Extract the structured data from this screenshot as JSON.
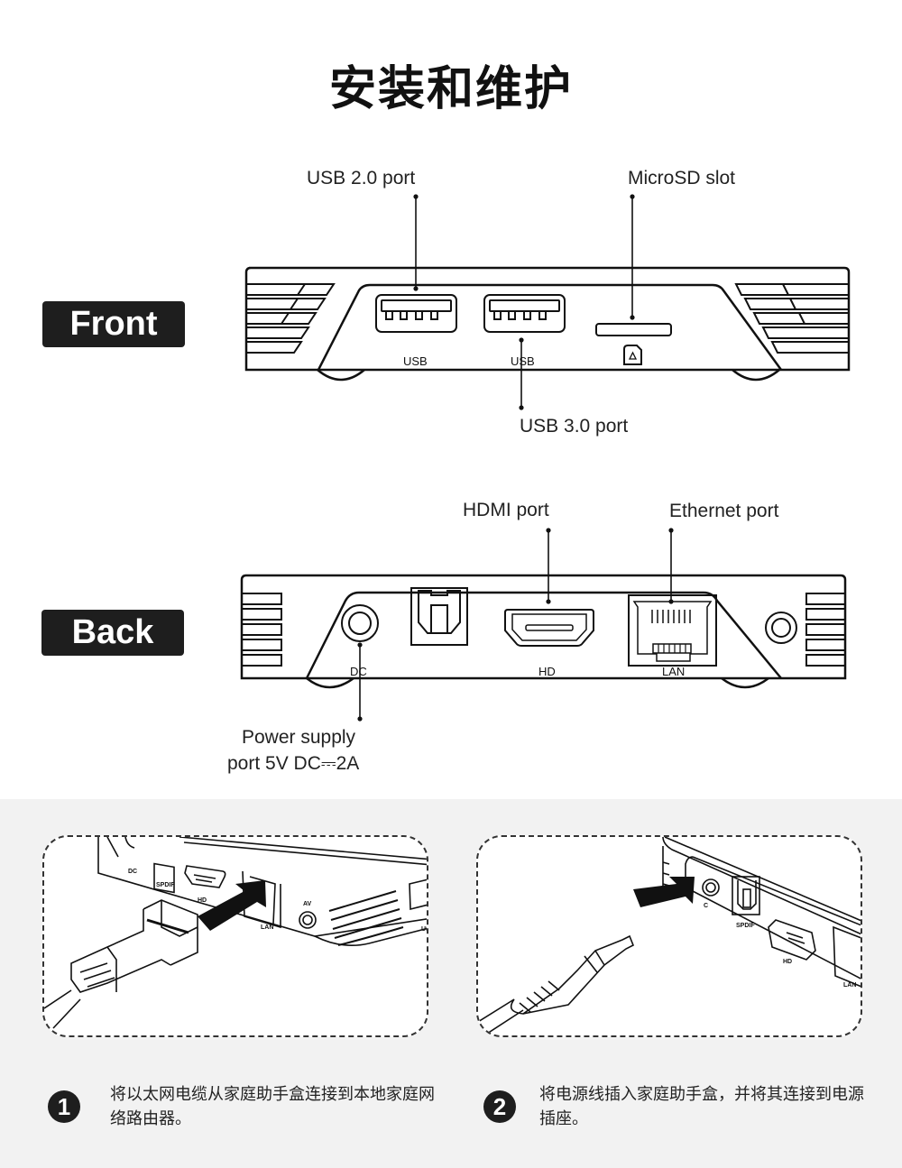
{
  "title": "安装和维护",
  "front": {
    "badge": "Front",
    "callouts": {
      "usb2": "USB 2.0 port",
      "microsd": "MicroSD slot",
      "usb3": "USB 3.0 port"
    },
    "port_labels": {
      "usb_a": "USB",
      "usb_b": "USB"
    }
  },
  "back": {
    "badge": "Back",
    "callouts": {
      "hdmi": "HDMI port",
      "ethernet": "Ethernet port",
      "power_line1": "Power supply",
      "power_line2": "port 5V DC⎓2A"
    },
    "port_labels": {
      "dc": "DC",
      "hd": "HD",
      "lan": "LAN"
    }
  },
  "illustrations": {
    "step1": {
      "labels": {
        "dc": "DC",
        "spdif": "SPDIF",
        "hd": "HD",
        "lan": "LAN",
        "av": "AV",
        "usb": "US"
      }
    },
    "step2": {
      "labels": {
        "dc": "C",
        "spdif": "SPDIF",
        "hd": "HD",
        "lan": "LAN"
      }
    }
  },
  "steps": [
    {
      "number": "1",
      "text": "将以太网电缆从家庭助手盒连接到本地家庭网络路由器。"
    },
    {
      "number": "2",
      "text": "将电源线插入家庭助手盒，并将其连接到电源插座。"
    }
  ]
}
